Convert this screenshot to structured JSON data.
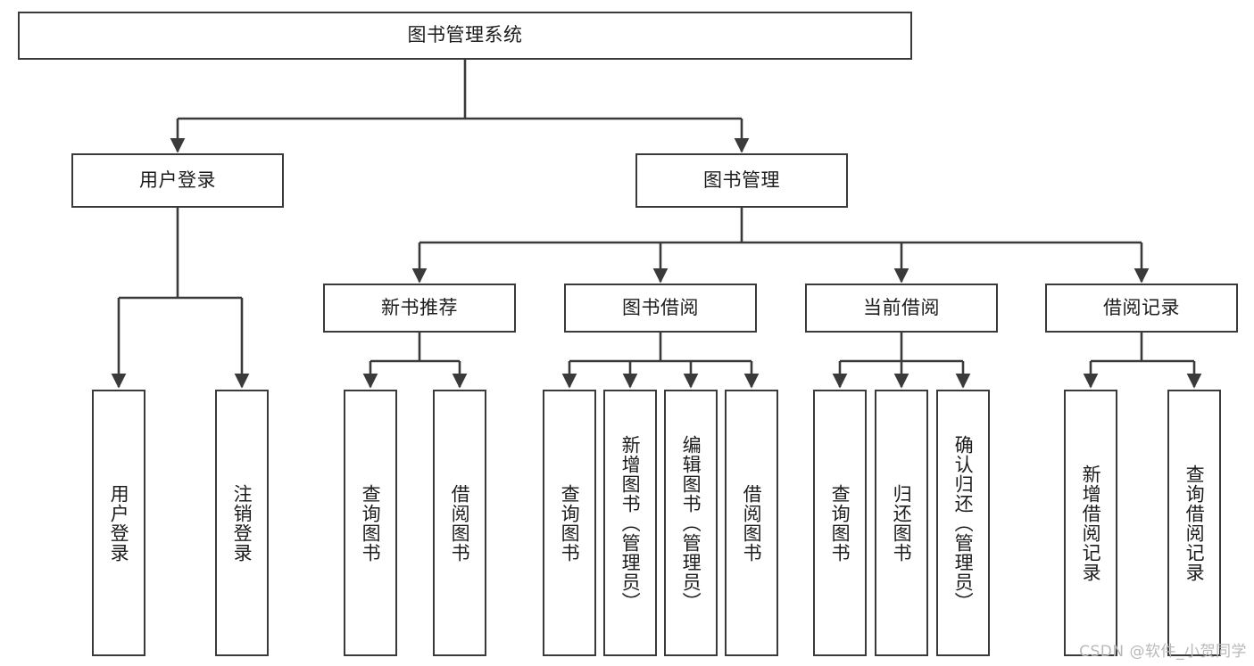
{
  "diagram": {
    "title": "图书管理系统",
    "watermark": "CSDN @软件_小贺同学",
    "colors": {
      "box_border": "#3a3a3a",
      "box_fill": "#ffffff",
      "edge": "#3a3a3a",
      "text": "#1c1c1c",
      "watermark": "#b9b9b9"
    },
    "root": {
      "label": "图书管理系统"
    },
    "level2": [
      {
        "label": "用户登录"
      },
      {
        "label": "图书管理"
      }
    ],
    "level3": [
      {
        "label": "新书推荐"
      },
      {
        "label": "图书借阅"
      },
      {
        "label": "当前借阅"
      },
      {
        "label": "借阅记录"
      }
    ],
    "leaves": {
      "user_login": [
        {
          "label": "用户登录"
        },
        {
          "label": "注销登录"
        }
      ],
      "new_book": [
        {
          "label": "查询图书"
        },
        {
          "label": "借阅图书"
        }
      ],
      "book_borrow": [
        {
          "label": "查询图书"
        },
        {
          "label": "新增图书（管理员）"
        },
        {
          "label": "编辑图书（管理员）"
        },
        {
          "label": "借阅图书"
        }
      ],
      "current_borrow": [
        {
          "label": "查询图书"
        },
        {
          "label": "归还图书"
        },
        {
          "label": "确认归还（管理员）"
        }
      ],
      "borrow_record": [
        {
          "label": "新增借阅记录"
        },
        {
          "label": "查询借阅记录"
        }
      ]
    }
  }
}
